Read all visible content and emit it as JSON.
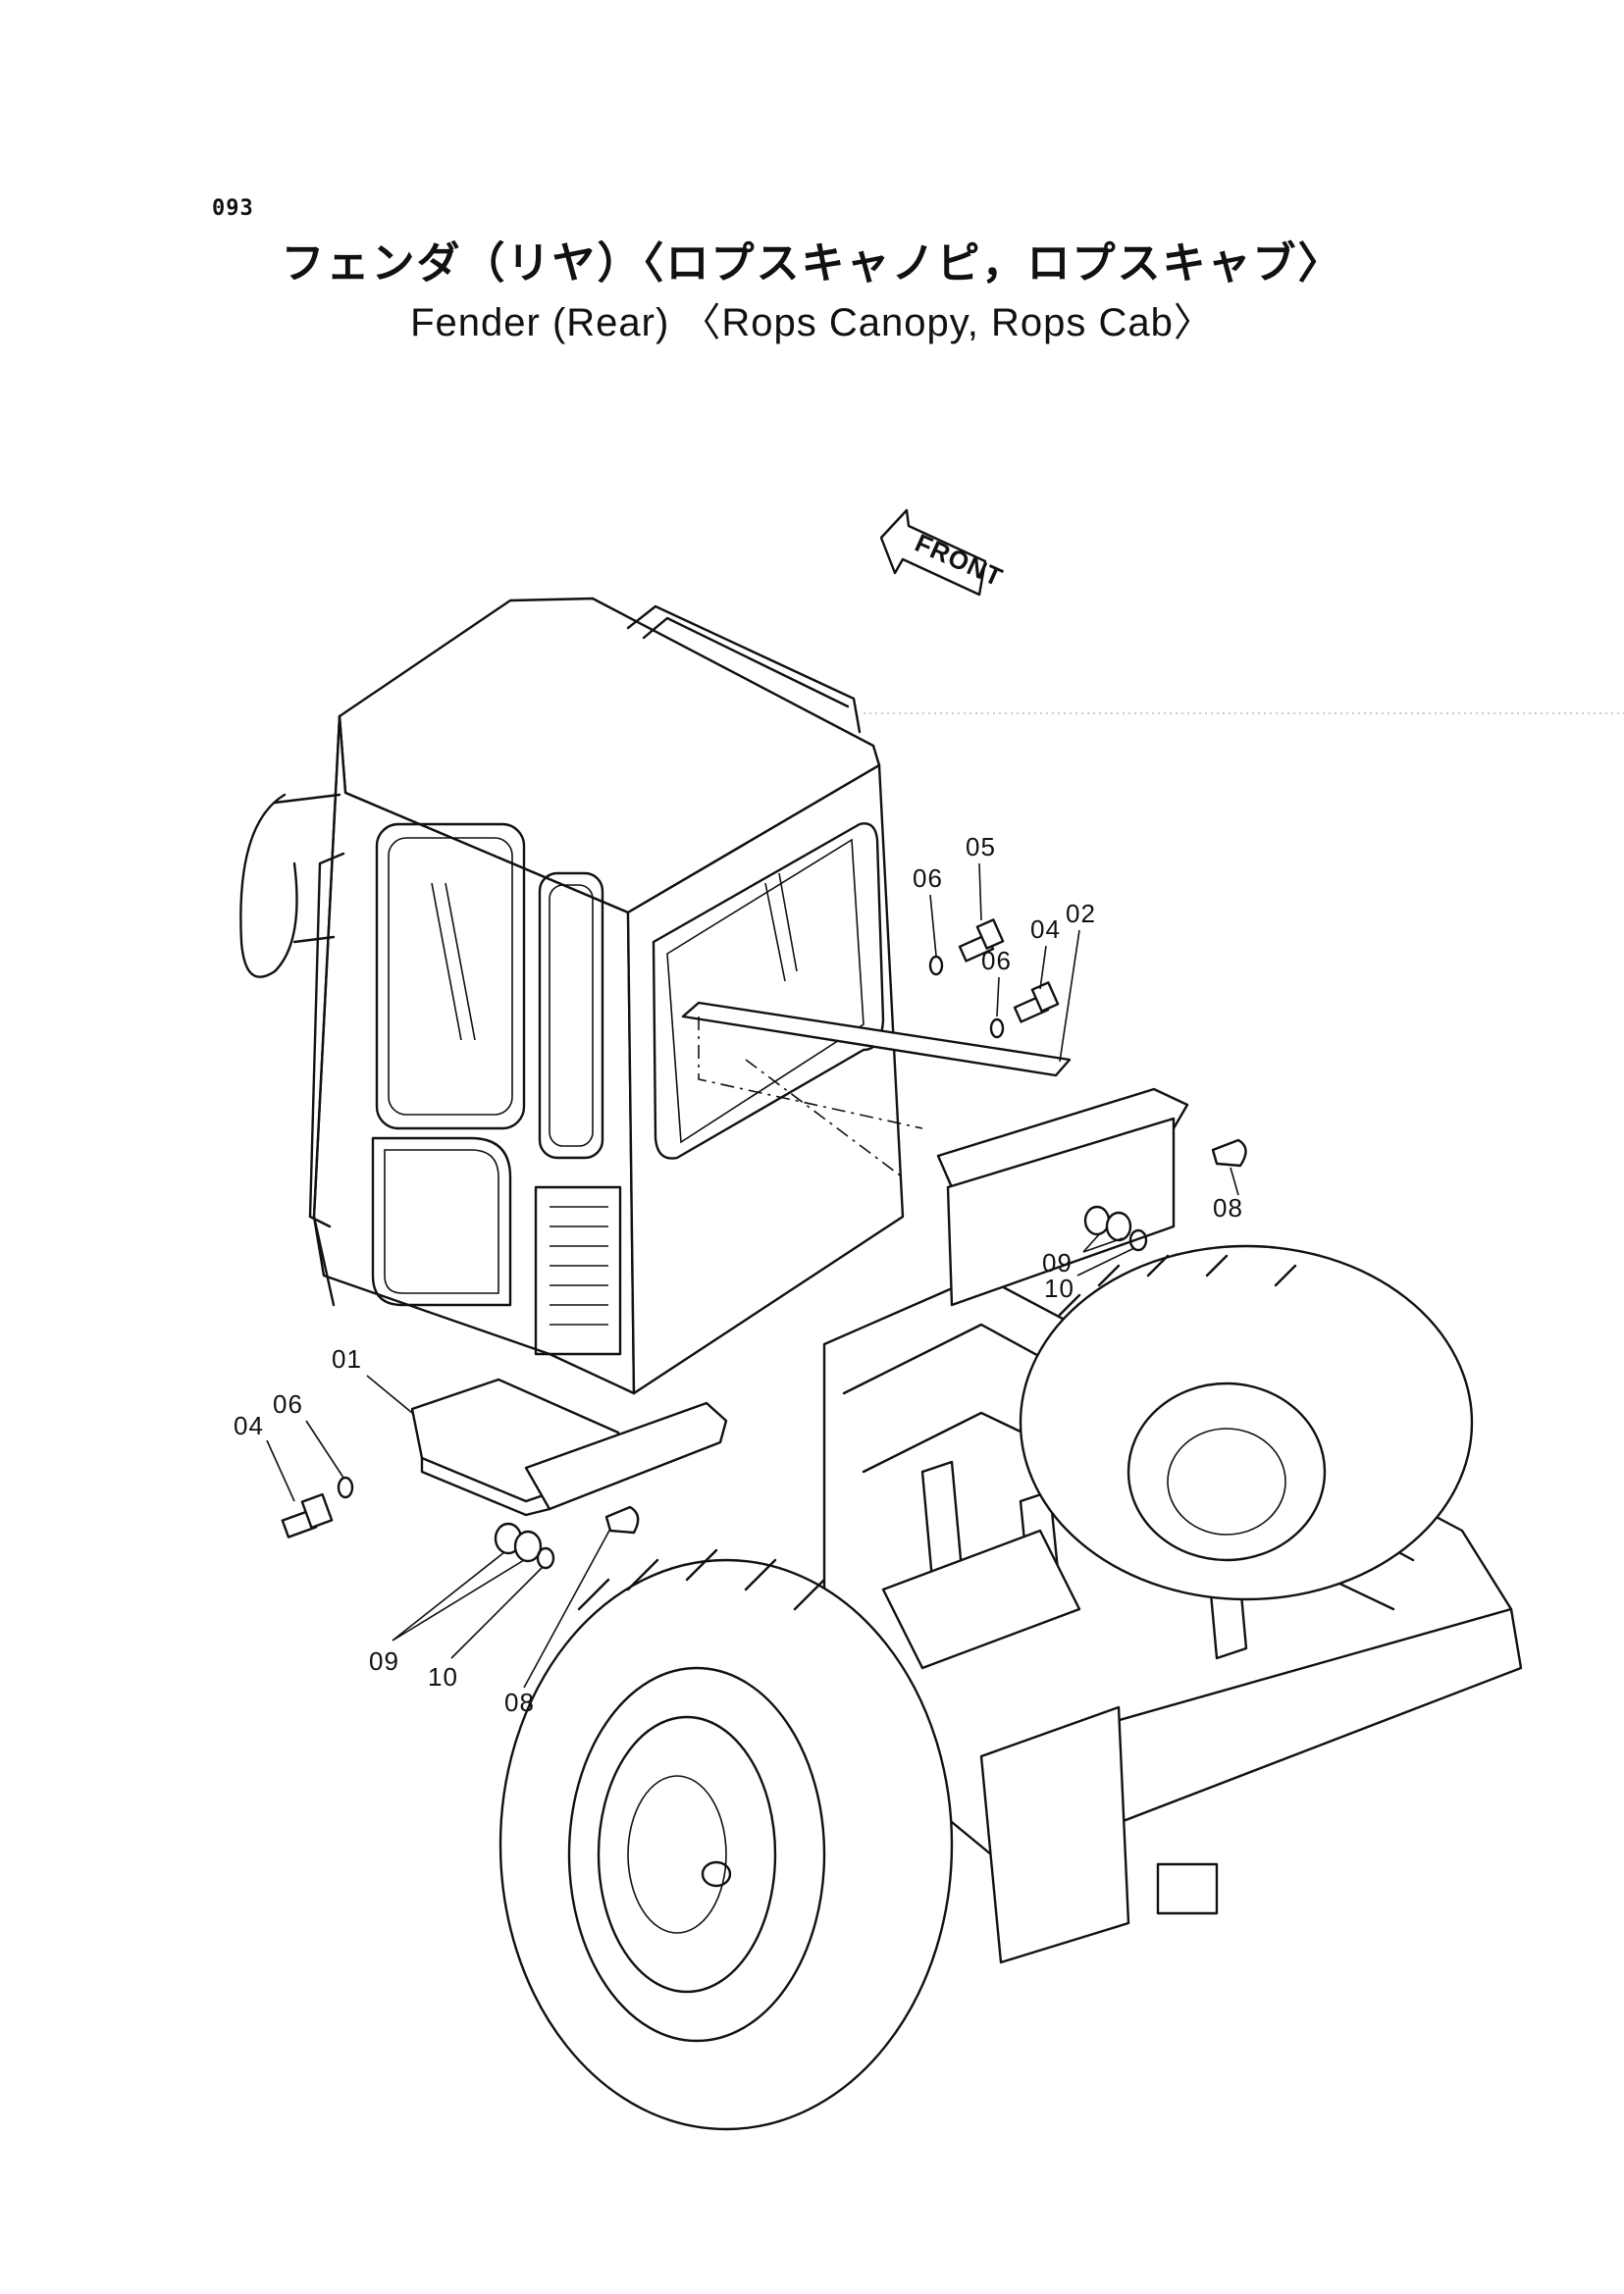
{
  "page": {
    "number": "093",
    "title_jp": "フェンダ（リヤ）〈ロプスキャノピ，ロプスキャブ〉",
    "title_en": "Fender (Rear) 〈Rops Canopy, Rops Cab〉"
  },
  "diagram": {
    "front_arrow_label": "FRONT",
    "callouts": [
      {
        "id": "c05-top",
        "text": "05"
      },
      {
        "id": "c06-top-a",
        "text": "06"
      },
      {
        "id": "c06-top-b",
        "text": "06"
      },
      {
        "id": "c04-top",
        "text": "04"
      },
      {
        "id": "c02",
        "text": "02"
      },
      {
        "id": "c08-right",
        "text": "08"
      },
      {
        "id": "c09-right",
        "text": "09"
      },
      {
        "id": "c10-right",
        "text": "10"
      },
      {
        "id": "c01",
        "text": "01"
      },
      {
        "id": "c06-left",
        "text": "06"
      },
      {
        "id": "c04-left",
        "text": "04"
      },
      {
        "id": "c09-left",
        "text": "09"
      },
      {
        "id": "c10-left",
        "text": "10"
      },
      {
        "id": "c08-left",
        "text": "08"
      }
    ]
  }
}
